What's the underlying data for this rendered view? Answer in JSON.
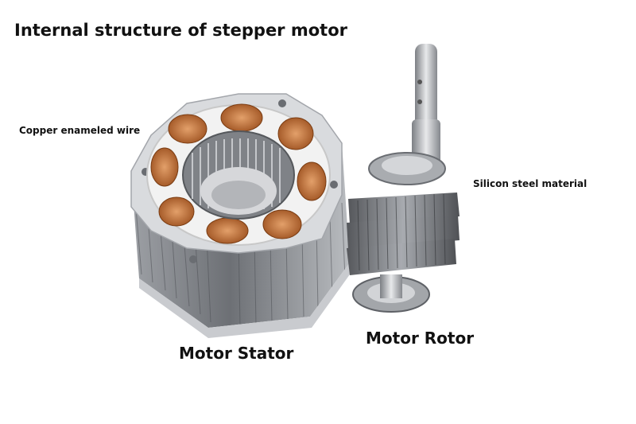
{
  "title": "Internal structure of stepper motor",
  "labels": {
    "copper": "Copper enameled wire",
    "silicon": "Silicon steel material",
    "stator": "Motor Stator",
    "rotor": "Motor Rotor"
  },
  "colors": {
    "copper": "#c8783e",
    "steel": "#8a8d92",
    "silicon": "#5f6166"
  }
}
